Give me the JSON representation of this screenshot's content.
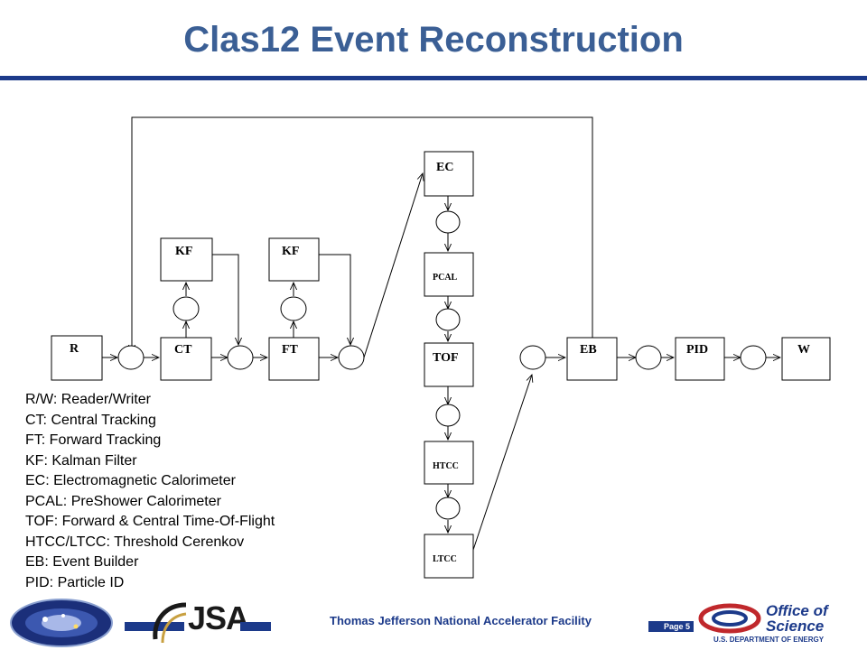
{
  "header": {
    "title": "Clas12 Event Reconstruction"
  },
  "diagram": {
    "boxes": {
      "r": "R",
      "ct": "CT",
      "kf1": "KF",
      "ft": "FT",
      "kf2": "KF",
      "ec": "EC",
      "pcal": "PCAL",
      "tof": "TOF",
      "htcc": "HTCC",
      "ltcc": "LTCC",
      "eb": "EB",
      "pid": "PID",
      "w": "W"
    }
  },
  "legend": [
    "R/W: Reader/Writer",
    "CT: Central Tracking",
    "FT: Forward Tracking",
    "KF: Kalman Filter",
    "EC: Electromagnetic Calorimeter",
    "PCAL: PreShower Calorimeter",
    "TOF: Forward & Central Time-Of-Flight",
    "HTCC/LTCC: Threshold Cerenkov",
    "EB: Event Builder",
    "PID: Particle ID"
  ],
  "footer": {
    "lab": "Thomas Jefferson National Accelerator Facility",
    "page": "Page 5",
    "jsa_logo": "JSA",
    "doe_logo": "Office of Science",
    "doe_sub": "U.S. DEPARTMENT OF ENERGY"
  },
  "colors": {
    "title": "#3b5f95",
    "accent": "#1c3a8a"
  }
}
